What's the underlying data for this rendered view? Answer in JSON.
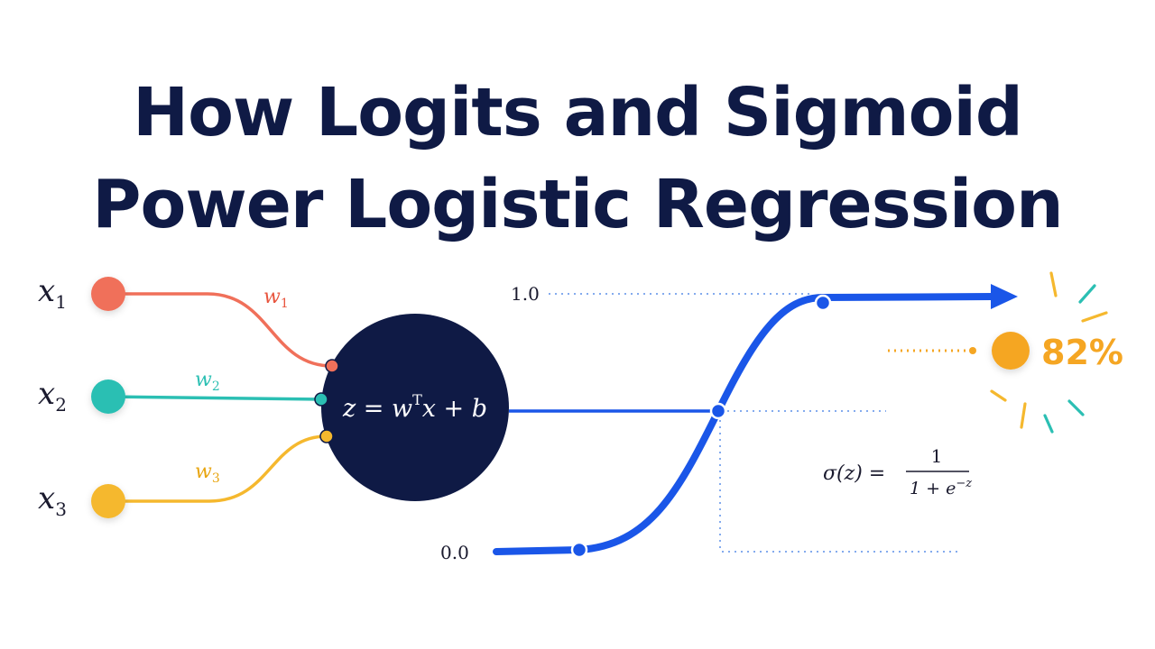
{
  "title": {
    "line1": "How Logits and Sigmoid",
    "line2": "Power Logistic Regression"
  },
  "inputs": [
    {
      "var": "x",
      "sub": "1",
      "weight_var": "w",
      "weight_sub": "1",
      "color": "#f0705a"
    },
    {
      "var": "x",
      "sub": "2",
      "weight_var": "w",
      "weight_sub": "2",
      "color": "#2bbfb3"
    },
    {
      "var": "x",
      "sub": "3",
      "weight_var": "w",
      "weight_sub": "3",
      "color": "#f5b82e"
    }
  ],
  "neuron": {
    "formula_lhs": "z = w",
    "formula_sup": "T",
    "formula_rhs": "x + b",
    "fill": "#0f1a45"
  },
  "sigmoid": {
    "y_top_label": "1.0",
    "y_bottom_label": "0.0",
    "formula_lhs": "σ(z) =",
    "numerator": "1",
    "denominator_base": "1 + e",
    "denominator_exp": "−z",
    "curve_color": "#1a56e8"
  },
  "output": {
    "value": "82%",
    "color": "#f5a623"
  }
}
